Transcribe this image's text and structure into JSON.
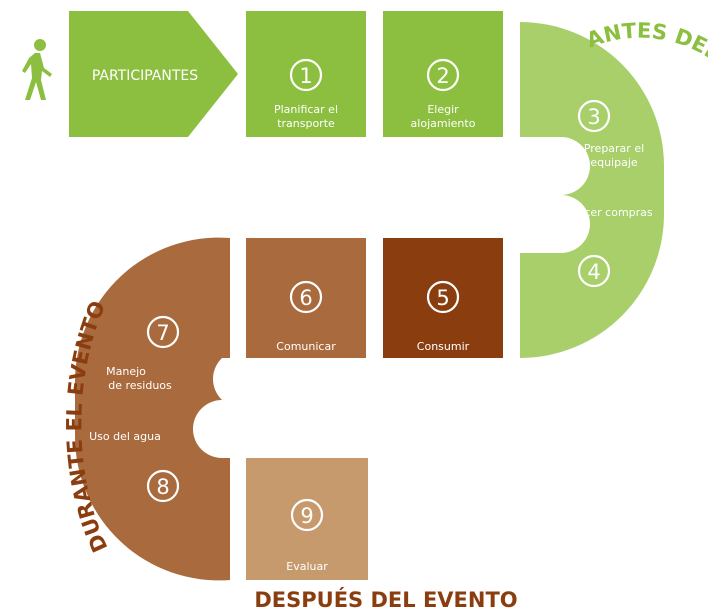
{
  "colors": {
    "green_dark": "#8cbf3f",
    "green_light": "#a8cf6a",
    "brown_mid": "#a96a3e",
    "brown_dark": "#8a3e10",
    "brown_light": "#c79a6e",
    "phase_green": "#8cbf3f",
    "phase_brown": "#8a3e10"
  },
  "participants_label": "PARTICIPANTES",
  "steps": [
    {
      "number": "1",
      "label_lines": [
        "Planificar el",
        "transporte"
      ]
    },
    {
      "number": "2",
      "label_lines": [
        "Elegir",
        "alojamiento"
      ]
    },
    {
      "number": "3",
      "label_lines": [
        "Preparar el",
        "equipaje"
      ]
    },
    {
      "number": "4",
      "label_lines": [
        "Hacer compras"
      ]
    },
    {
      "number": "5",
      "label_lines": [
        "Consumir"
      ]
    },
    {
      "number": "6",
      "label_lines": [
        "Comunicar"
      ]
    },
    {
      "number": "7",
      "label_lines": [
        "Manejo",
        "de residuos"
      ]
    },
    {
      "number": "8",
      "label_lines": [
        "Uso del agua"
      ]
    },
    {
      "number": "9",
      "label_lines": [
        "Evaluar"
      ]
    }
  ],
  "phases": {
    "before": "ANTES DEL EVENTO",
    "during": "DURANTE EL EVENTO",
    "after": "DESPUÉS DEL EVENTO"
  }
}
